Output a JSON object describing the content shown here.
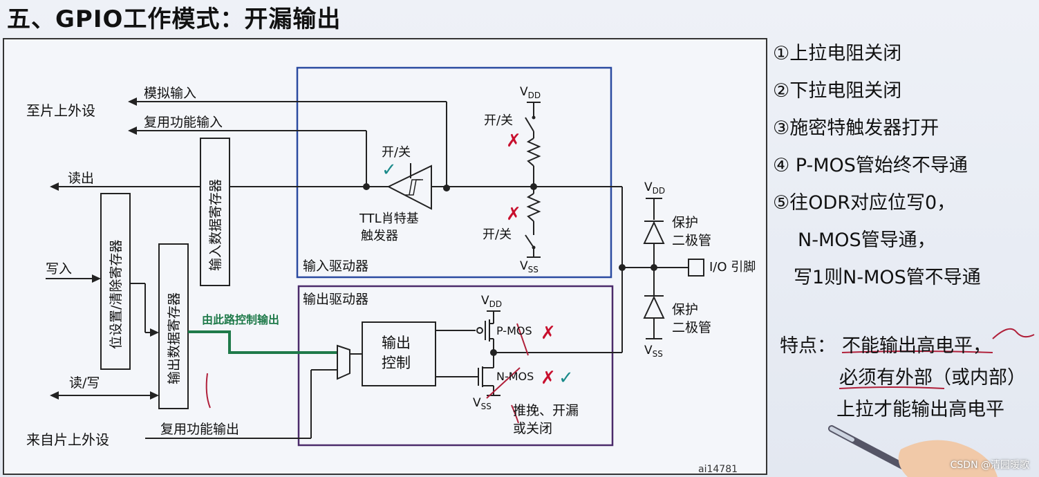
{
  "title": "五、GPIO工作模式：开漏输出",
  "diagram": {
    "to_peripheral": "至片上外设",
    "from_peripheral": "来自片上外设",
    "analog_in": "模拟输入",
    "alt_in": "复用功能输入",
    "read": "读出",
    "write": "写入",
    "read_write": "读/写",
    "alt_out": "复用功能输出",
    "input_data_reg": "输入数据寄存器",
    "bit_set_reset_reg": "位设置/清除寄存器",
    "output_data_reg": "输出数据寄存器",
    "input_driver": "输入驱动器",
    "output_driver": "输出驱动器",
    "switch_label": "开/关",
    "ttl_line1": "TTL肖特基",
    "ttl_line2": "触发器",
    "vdd": "V",
    "vdd_sub": "DD",
    "vss": "V",
    "vss_sub": "SS",
    "protect_line1": "保护",
    "protect_line2": "二极管",
    "io_pin": "I/O 引脚",
    "output_ctrl_line1": "输出",
    "output_ctrl_line2": "控制",
    "pmos": "P-MOS",
    "nmos": "N-MOS",
    "mode_line1": "推挽、开漏",
    "mode_line2": "或关闭",
    "path_note": "由此路控制输出",
    "ref_code": "ai14781",
    "cross": "✗",
    "check": "✓"
  },
  "notes": [
    "①上拉电阻关闭",
    "②下拉电阻关闭",
    "③施密特触发器打开",
    "④ P-MOS管始终不导通",
    "⑤往ODR对应位写0，",
    "N-MOS管导通，",
    "写1则N-MOS管不导通"
  ],
  "features": {
    "label": "特点：",
    "line1": "不能输出高电平，",
    "line2": "必须有外部（或内部）",
    "line3": "上拉才能输出高电平"
  },
  "watermark": "CSDN @清园暖歌",
  "colors": {
    "box_blue": "#2a4aa0",
    "box_purple": "#4a2a6a",
    "highlight_green": "#1f7a4a",
    "cross_red": "#c8102e",
    "check_teal": "#1a8a8a",
    "ink_red": "#b0203a"
  }
}
